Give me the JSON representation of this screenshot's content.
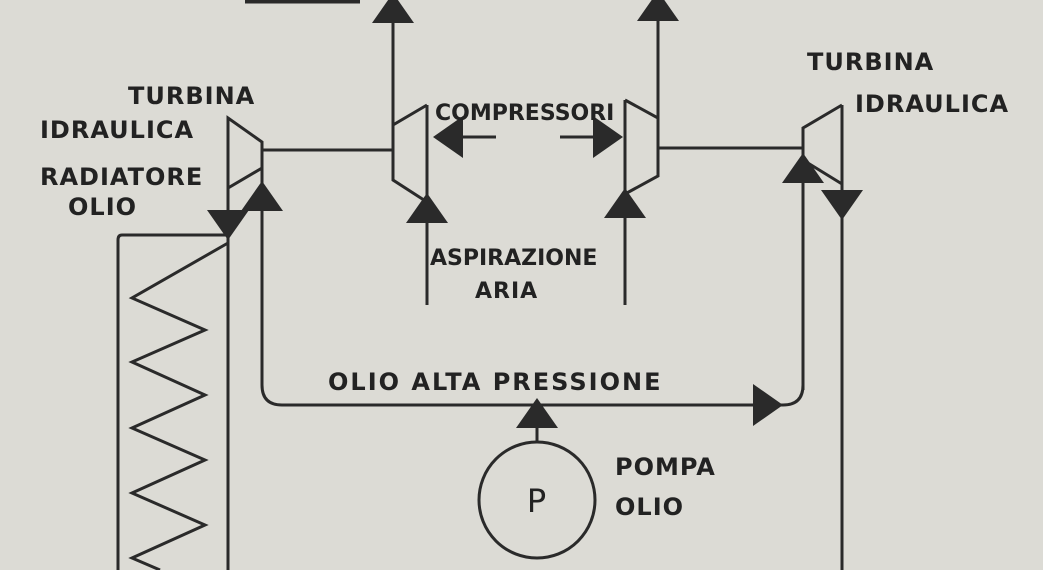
{
  "labels": {
    "left_turbine_line1": "TURBINA",
    "left_turbine_line2": "IDRAULICA",
    "radiator_line1": "RADIATORE",
    "radiator_line2": "OLIO",
    "compressors": "COMPRESSORI",
    "air_intake_line1": "ASPIRAZIONE",
    "air_intake_line2": "ARIA",
    "right_turbine_line1": "TURBINA",
    "right_turbine_line2": "IDRAULICA",
    "high_pressure_oil": "OLIO ALTA PRESSIONE",
    "pump_symbol": "P",
    "pump_line1": "POMPA",
    "pump_line2": "OLIO"
  },
  "colors": {
    "paper": "#dcdbd5",
    "ink": "#2a2a2a"
  }
}
